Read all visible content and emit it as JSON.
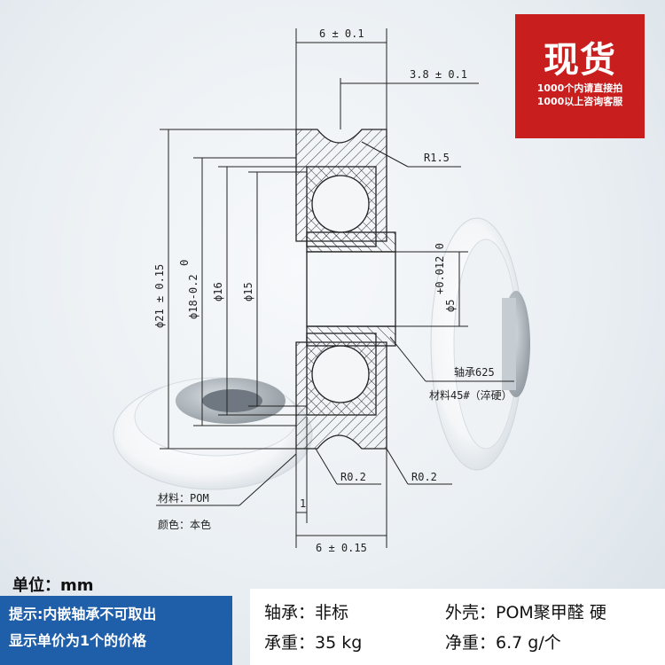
{
  "badge": {
    "title": "现货",
    "line1": "1000个内请直接拍",
    "line2": "1000以上咨询客服"
  },
  "drawing": {
    "dim_width_top": "6 ± 0.1",
    "dim_groove_offset": "3.8 ± 0.1",
    "dim_groove_radius": "R1.5",
    "dim_outer_dia": "ϕ21 ± 0.15",
    "dim_body_dia": "ϕ18-0.2",
    "dim_body_dia_tol": "0",
    "dim_dia_16": "ϕ16",
    "dim_dia_15": "ϕ15",
    "dim_bore": "ϕ5",
    "dim_bore_tol": "+0.012 0",
    "bearing_note": "轴承625",
    "bearing_material": "材料45#（淬硬）",
    "radius_left": "R0.2",
    "radius_right": "R0.2",
    "dim_step": "1",
    "dim_width_bottom": "6 ± 0.15",
    "wheel_material": "材料：POM",
    "wheel_color": "颜色：本色"
  },
  "unit": "单位：mm",
  "notice": {
    "line1": "提示:内嵌轴承不可取出",
    "line2": "显示单价为1个的价格"
  },
  "specs": {
    "bearing": "轴承：非标",
    "shell": "外壳：POM聚甲醛 硬",
    "load": "承重：35 kg",
    "weight": "净重：6.7 g/个"
  },
  "colors": {
    "badge_bg": "#c81e1e",
    "notice_bg": "#1f5ea8",
    "specs_bg": "#ffffff"
  }
}
